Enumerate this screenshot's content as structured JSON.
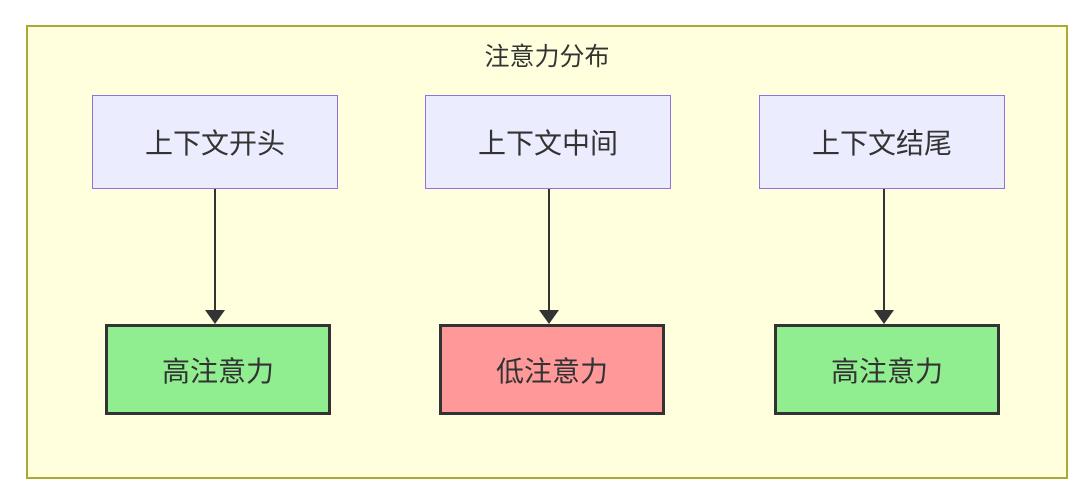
{
  "diagram": {
    "title": "注意力分布",
    "columns": [
      {
        "source": "上下文开头",
        "target": "高注意力",
        "target_type": "high"
      },
      {
        "source": "上下文中间",
        "target": "低注意力",
        "target_type": "low"
      },
      {
        "source": "上下文结尾",
        "target": "高注意力",
        "target_type": "high"
      }
    ],
    "colors": {
      "page_background": "#ffffff",
      "container_fill": "#ffffde",
      "container_border": "#aaaa33",
      "source_fill": "#ececff",
      "source_border": "#9370db",
      "high_attention_fill": "#90ee90",
      "low_attention_fill": "#ff9999",
      "target_border": "#333333",
      "arrow": "#333333",
      "text": "#333333"
    }
  }
}
